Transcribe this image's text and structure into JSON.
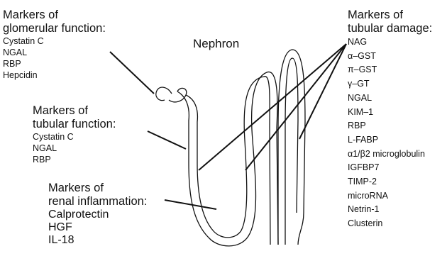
{
  "title": "Nephron",
  "glomerular": {
    "heading": [
      "Markers of",
      "glomerular function:"
    ],
    "items": [
      "Cystatin C",
      "NGAL",
      "RBP",
      "Hepcidin"
    ]
  },
  "tubular_function": {
    "heading": [
      "Markers of",
      "tubular function:"
    ],
    "items": [
      "Cystatin C",
      "NGAL",
      "RBP"
    ]
  },
  "inflammation": {
    "heading": [
      "Markers of",
      "renal inflammation:"
    ],
    "items": [
      "Calprotectin",
      "HGF",
      "IL-18"
    ]
  },
  "tubular_damage": {
    "heading": [
      "Markers of",
      "tubular damage:"
    ],
    "items": [
      "NAG",
      "α–GST",
      "π–GST",
      "γ–GT",
      "NGAL",
      "KIM–1",
      "RBP",
      "L-FABP",
      "α1/β2 microglobulin",
      "IGFBP7",
      "TIMP-2",
      "microRNA",
      "Netrin-1",
      "Clusterin"
    ]
  }
}
